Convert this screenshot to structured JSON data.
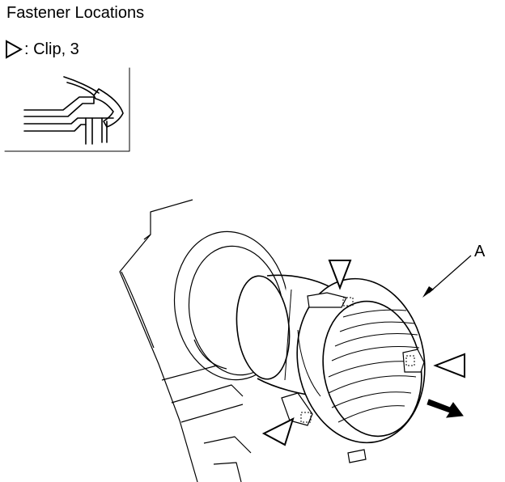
{
  "title": "Fastener Locations",
  "legend": {
    "symbol_icon": "clip-triangle-icon",
    "text": ": Clip, 3"
  },
  "callout": {
    "label": "A"
  }
}
